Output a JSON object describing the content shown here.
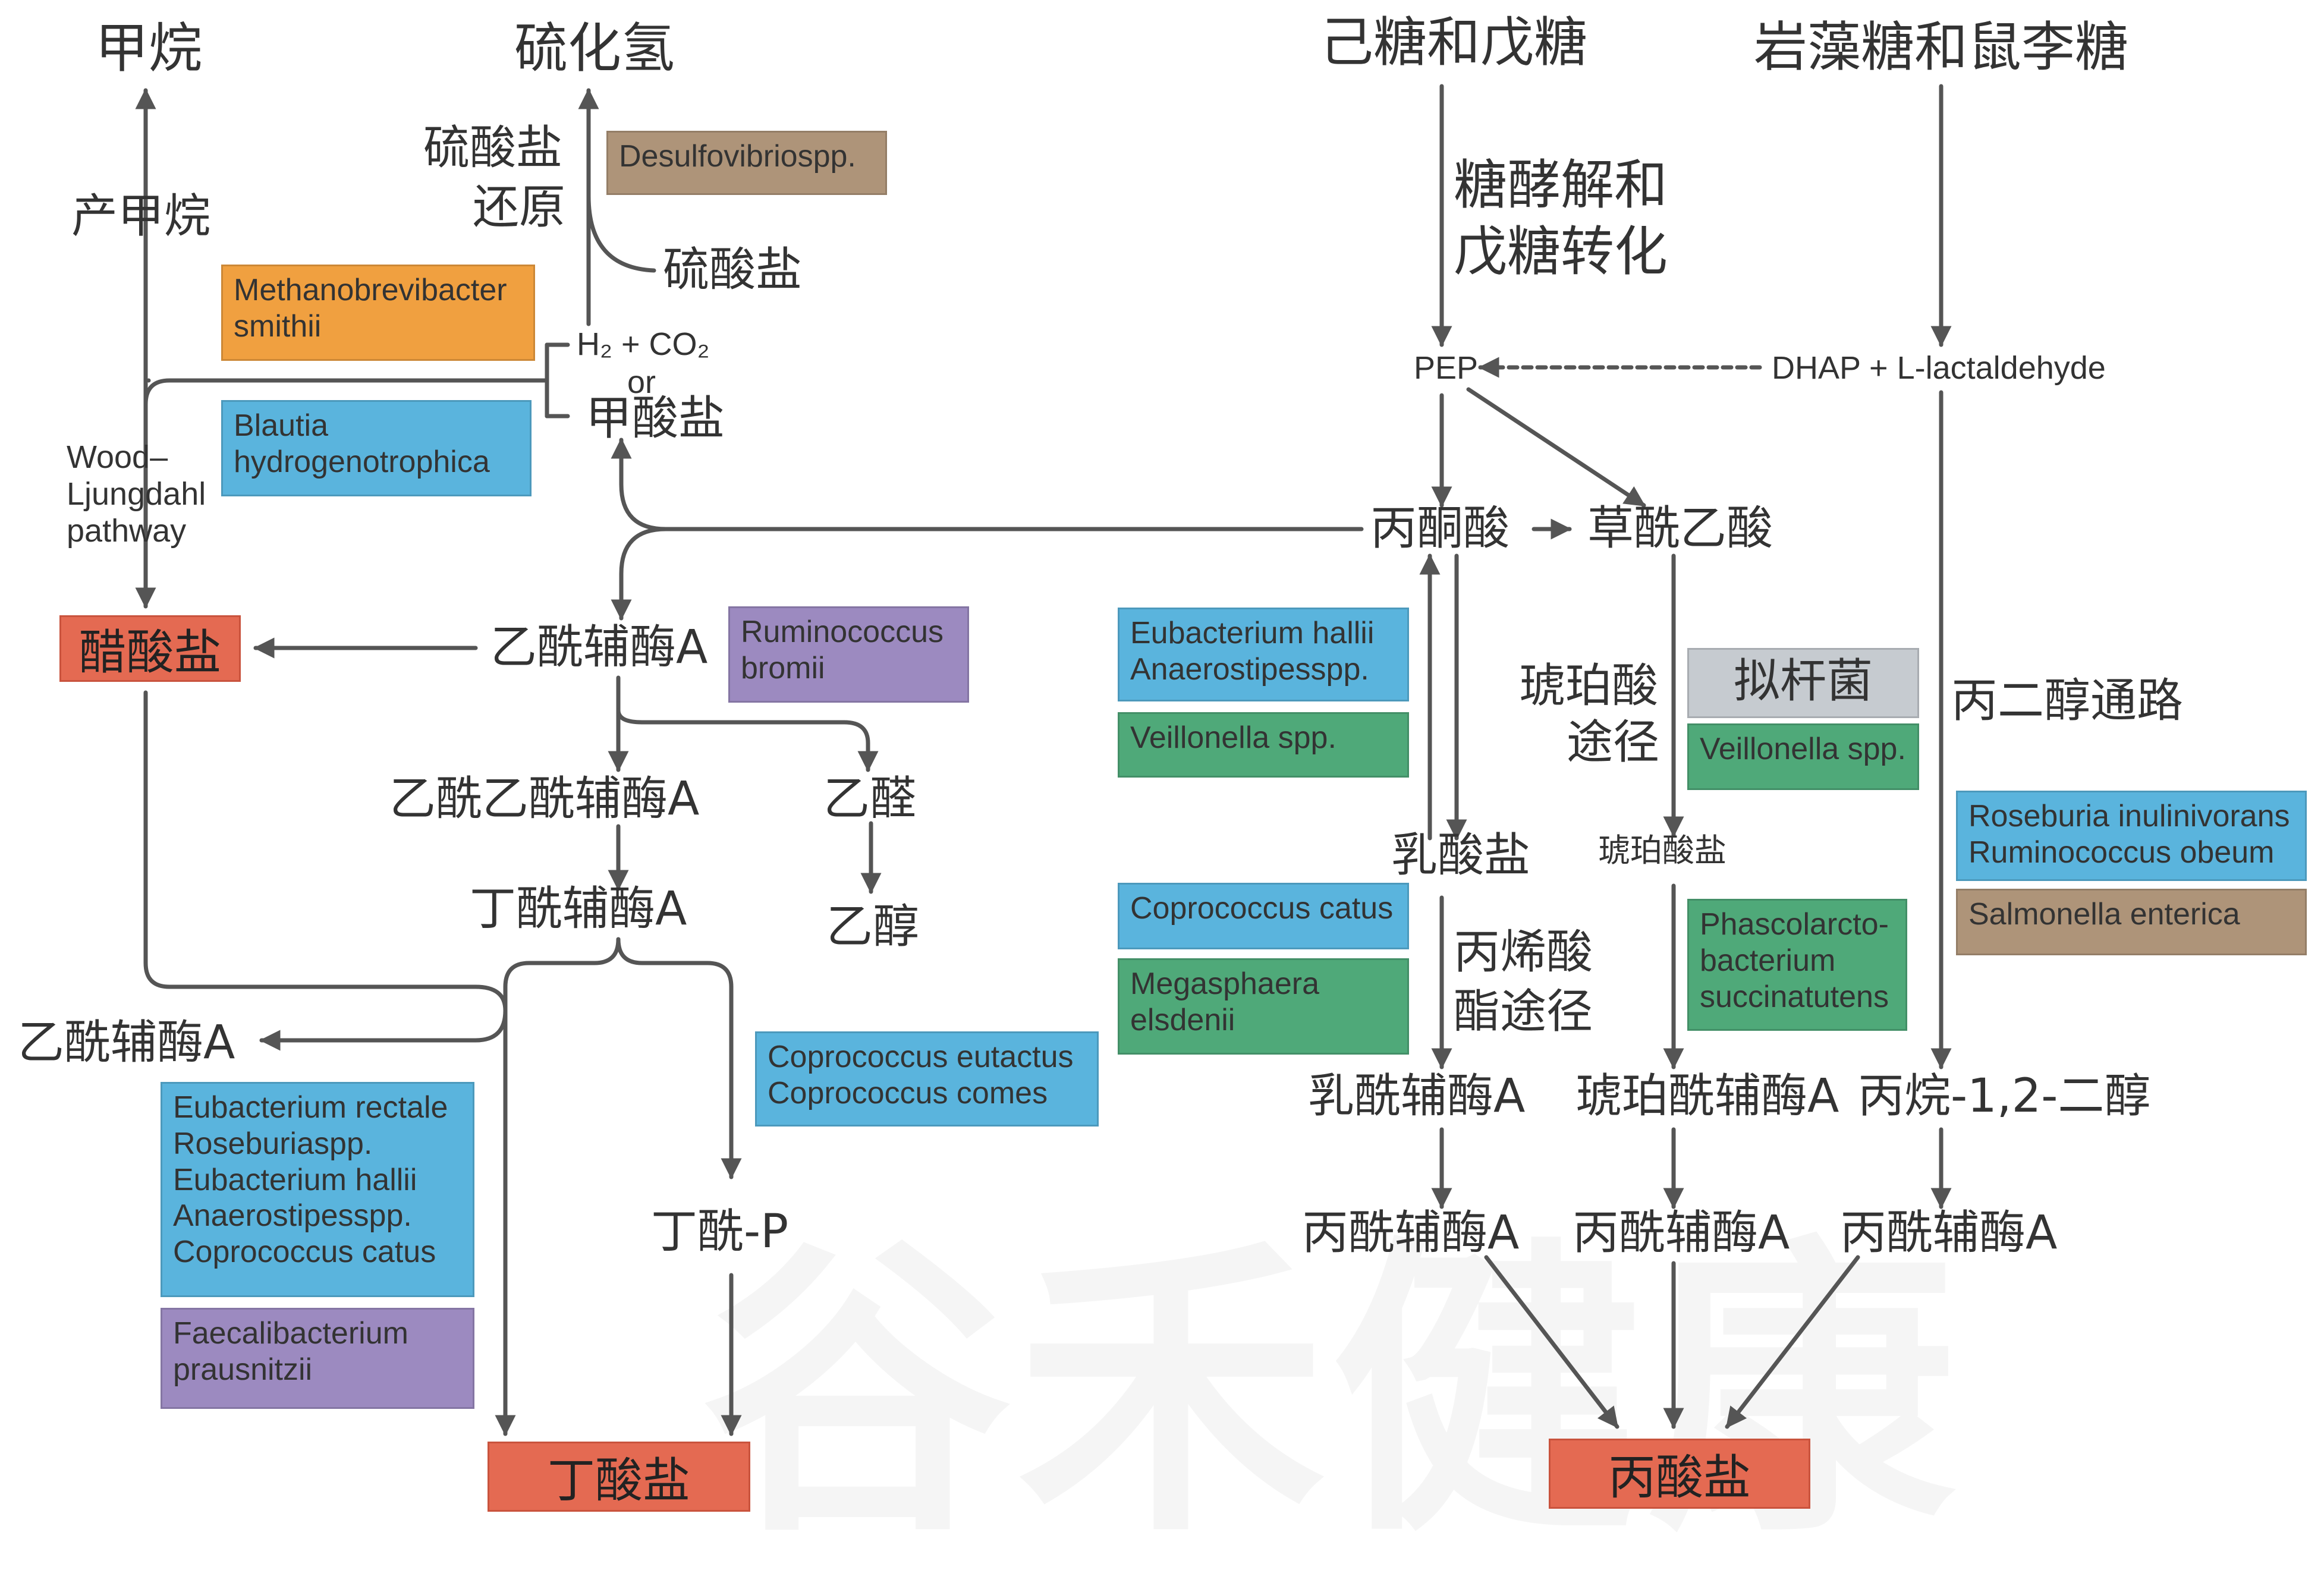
{
  "labels": {
    "methane": "甲烷",
    "h2s": "硫化氢",
    "hexose": "己糖和戊糖",
    "rhamnose": "岩藻糖和鼠李糖",
    "methanogenesis": "产甲烷",
    "sulfate_reduction_1": "硫酸盐",
    "sulfate_reduction_2": "还原",
    "sulfate": "硫酸盐",
    "glycolysis_1": "糖酵解和",
    "glycolysis_2": "戊糖转化",
    "h2_co2": "H₂ + CO₂",
    "or": "or",
    "formate": "甲酸盐",
    "pep": "PEP",
    "dhap": "DHAP + L-lactaldehyde",
    "wood_1": "Wood–",
    "wood_2": "Ljungdahl",
    "wood_3": "pathway",
    "pyruvate": "丙酮酸",
    "oxaloacetate": "草酰乙酸",
    "acetyl_coa": "乙酰辅酶A",
    "acetyl_coa_2": "乙酰辅酶A",
    "acetoacetyl_coa": "乙酰乙酰辅酶A",
    "acetaldehyde": "乙醛",
    "ethanol": "乙醇",
    "butyryl_coa": "丁酰辅酶A",
    "butyryl_p": "丁酰-P",
    "succinate_path_1": "琥珀酸",
    "succinate_path_2": "途径",
    "propanediol_path": "丙二醇通路",
    "lactate": "乳酸盐",
    "succinate": "琥珀酸盐",
    "acrylate_1": "丙烯酸",
    "acrylate_2": "酯途径",
    "lactoyl_coa": "乳酰辅酶A",
    "succinyl_coa": "琥珀酰辅酶A",
    "propanediol": "丙烷-1,2-二醇",
    "propionyl_coa_1": "丙酰辅酶A",
    "propionyl_coa_2": "丙酰辅酶A",
    "propionyl_coa_3": "丙酰辅酶A"
  },
  "end_products": {
    "acetate": "醋酸盐",
    "butyrate": "丁酸盐",
    "propionate": "丙酸盐"
  },
  "bacteria": {
    "desulfovibrio": [
      "Desulfovibriospp."
    ],
    "methanobrevibacter": [
      "Methanobrevibacter",
      "smithii"
    ],
    "blautia": [
      "Blautia",
      "hydrogenotrophica"
    ],
    "ruminococcus_bromii": [
      "Ruminococcus",
      "bromii"
    ],
    "eubacterium_hallii": [
      "Eubacterium hallii",
      "Anaerostipesspp."
    ],
    "veillonella_1": [
      "Veillonella spp."
    ],
    "bacteroidetes": [
      "拟杆菌"
    ],
    "veillonella_2": [
      "Veillonella spp."
    ],
    "roseburia_inulinivorans": [
      "Roseburia inulinivorans",
      "Ruminococcus obeum"
    ],
    "salmonella": [
      "Salmonella enterica"
    ],
    "coprococcus_catus": [
      "Coprococcus catus"
    ],
    "megasphaera": [
      "Megasphaera",
      "elsdenii"
    ],
    "phascolarctobacterium": [
      "Phascolarcto-",
      "bacterium",
      "succinatutens"
    ],
    "coprococcus_eutactus": [
      "Coprococcus eutactus",
      "Coprococcus comes"
    ],
    "butyrate_producers": [
      "Eubacterium rectale",
      "Roseburiaspp.",
      "Eubacterium hallii",
      "Anaerostipesspp.",
      "Coprococcus catus"
    ],
    "faecalibacterium": [
      "Faecalibacterium",
      "prausnitzii"
    ]
  },
  "colors": {
    "line": "#555555",
    "blue_box": "#5ab4dd",
    "green_box": "#4fa979",
    "purple_box": "#9c8ac0",
    "orange_box": "#f0a040",
    "tan_box": "#ae9479",
    "grey_box": "#c6cbd0",
    "end_product": "#e46a52"
  }
}
